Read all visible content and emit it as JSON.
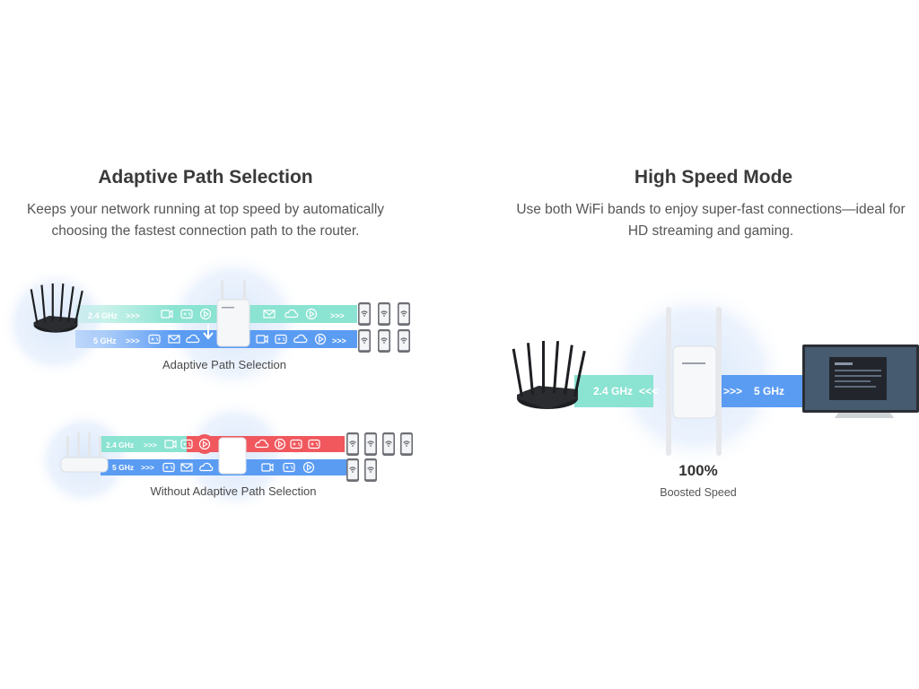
{
  "left": {
    "title": "Adaptive Path Selection",
    "description_lines": [
      "Keeps your network running at top speed by automatically",
      "choosing the fastest connection path to the router."
    ],
    "diagram_with": {
      "caption": "Adaptive Path Selection",
      "band_24": "2.4 GHz",
      "band_5": "5 GHz",
      "arrows": ">>>"
    },
    "diagram_without": {
      "caption": "Without Adaptive Path Selection",
      "band_24": "2.4 GHz",
      "band_5": "5 GHz",
      "arrows": ">>>"
    }
  },
  "right": {
    "title": "High Speed Mode",
    "description_lines": [
      "Use both WiFi bands to enjoy super-fast connections—ideal for",
      "HD streaming and gaming."
    ],
    "band_24": "2.4 GHz",
    "band_24_arrows": "<<<",
    "band_5": "5 GHz",
    "band_5_arrows": ">>>",
    "stat_value": "100%",
    "stat_label": "Boosted Speed"
  },
  "colors": {
    "teal_band": "#8be3d2",
    "blue_band": "#5b9cf3",
    "red_band": "#f0585e",
    "halo": "#e6f0fc"
  },
  "icons": [
    "router-icon",
    "range-extender-icon",
    "smartphone-wifi-icon",
    "tv-icon",
    "video-icon",
    "gamepad-icon",
    "play-icon",
    "mail-icon",
    "cloud-icon"
  ]
}
